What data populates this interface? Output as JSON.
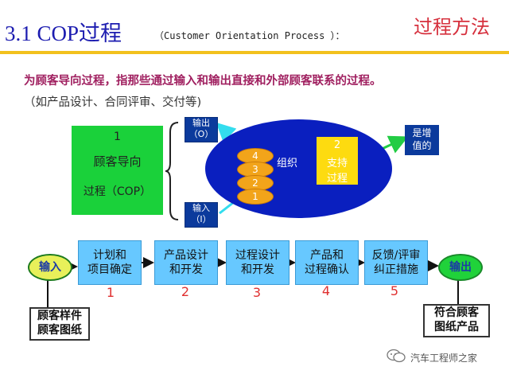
{
  "header": {
    "title": "3.1 COP过程",
    "subtitle": "（Customer Orientation Process ）：",
    "section": "过程方法"
  },
  "description": {
    "line1": "为顾客导向过程，指那些通过输入和输出直接和外部顾客联系的过程。",
    "line2": "（如产品设计、合同评审、交付等)"
  },
  "cop_box": {
    "number": "1",
    "line1": "顾客导向",
    "line2": "过程（COP）"
  },
  "io": {
    "output_label": "输出",
    "output_code": "（O）",
    "input_label": "输入",
    "input_code": "（I）"
  },
  "organization": {
    "label": "组织",
    "discs": [
      "4",
      "3",
      "2",
      "1"
    ],
    "support": {
      "number": "2",
      "line1": "支持",
      "line2": "过程"
    }
  },
  "value_box": {
    "line1": "是增",
    "line2": "值的"
  },
  "process": {
    "input_label": "输入",
    "output_label": "输出",
    "steps": [
      {
        "line1": "计划和",
        "line2": "项目确定",
        "num": "1"
      },
      {
        "line1": "产品设计",
        "line2": "和开发",
        "num": "2"
      },
      {
        "line1": "过程设计",
        "line2": "和开发",
        "num": "3"
      },
      {
        "line1": "产品和",
        "line2": "过程确认",
        "num": "4"
      },
      {
        "line1": "反馈/评审",
        "line2": "纠正措施",
        "num": "5"
      }
    ],
    "input_note": {
      "line1": "顾客样件",
      "line2": "顾客图纸"
    },
    "output_note": {
      "line1": "符合顾客",
      "line2": "图纸产品"
    }
  },
  "watermark": "汽车工程师之家",
  "colors": {
    "title": "#1c1cb0",
    "section": "#d6303d",
    "rule": "#f2c11d",
    "cop_green": "#1ad13a",
    "org_blue": "#0a1fbf",
    "step_blue": "#67c8ff",
    "step_number": "#e03030"
  }
}
